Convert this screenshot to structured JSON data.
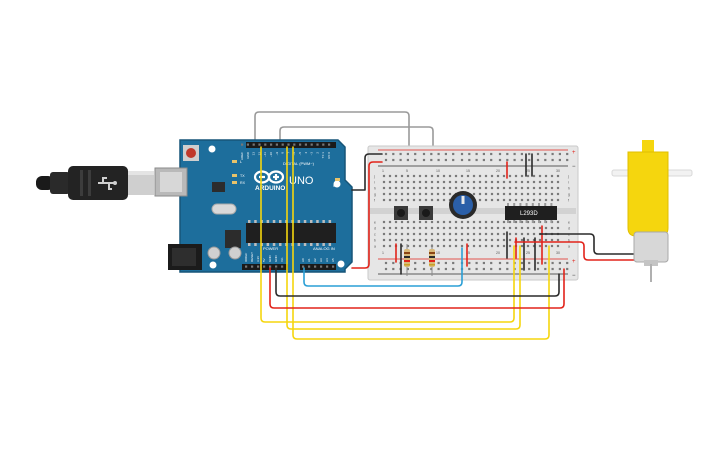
{
  "arduino": {
    "brand": "ARDUINO",
    "model": "UNO",
    "digital_header": "DIGITAL (PWM~)",
    "power_label": "POWER",
    "analog_label": "ANALOG IN",
    "tx_label": "TX",
    "rx_label": "RX",
    "l_label": "L",
    "on_label": "ON",
    "power_pins": [
      "IOREF",
      "RESET",
      "3.3V",
      "5V",
      "GND",
      "GND",
      "Vin"
    ],
    "analog_pins": [
      "A0",
      "A1",
      "A2",
      "A3",
      "A4",
      "A5"
    ],
    "digital_pins": [
      "AREF",
      "GND",
      "13",
      "12",
      "~11",
      "~10",
      "~9",
      "8",
      "7",
      "~6",
      "~5",
      "4",
      "~3",
      "2",
      "TX 1",
      "RX 0"
    ]
  },
  "breadboard": {
    "col_numbers": [
      "1",
      "5",
      "10",
      "15",
      "20",
      "25",
      "30"
    ],
    "row_letters_top": [
      "j",
      "i",
      "h",
      "g",
      "f"
    ],
    "row_letters_bottom": [
      "e",
      "d",
      "c",
      "b",
      "a"
    ],
    "rail_plus": "+",
    "rail_minus": "−"
  },
  "driver_chip": {
    "label": "L293D"
  },
  "colors": {
    "board": "#1d6e9c",
    "board_dark": "#165578",
    "breadboard": "#e6e6e6",
    "wire_yellow": "#f5d60e",
    "wire_red": "#e2231a",
    "wire_black": "#2a2a2a",
    "wire_gray": "#9a9a9a",
    "wire_blue": "#2a9fd6",
    "motor_yellow": "#f5d60e"
  },
  "icons": {
    "usb": "usb-cable-icon",
    "dc_jack": "dc-jack-icon",
    "potentiometer": "potentiometer-icon",
    "pushbutton": "pushbutton-icon",
    "resistor": "resistor-icon",
    "gear_motor": "gear-motor-icon"
  }
}
